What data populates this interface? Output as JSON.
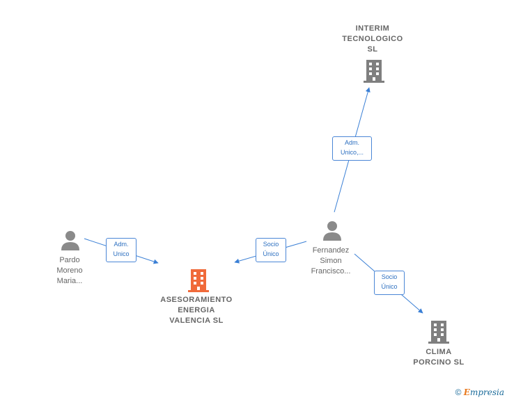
{
  "colors": {
    "edge": "#3a7fd5",
    "person_icon": "#8a8a8a",
    "company_icon": "#7f7f7f",
    "main_company_icon": "#f06a3a",
    "label": "#666666"
  },
  "nodes": {
    "interim": {
      "label": "INTERIM\nTECNOLOGICO\nSL",
      "icon": "building-icon"
    },
    "asesoramiento": {
      "label": "ASESORAMIENTO\nENERGIA\nVALENCIA  SL",
      "icon": "building-icon"
    },
    "clima": {
      "label": "CLIMA\nPORCINO  SL",
      "icon": "building-icon"
    },
    "pardo": {
      "label": "Pardo\nMoreno\nMaria...",
      "icon": "person-icon"
    },
    "fernandez": {
      "label": "Fernandez\nSimon\nFrancisco...",
      "icon": "person-icon"
    }
  },
  "edges": {
    "fernandez_interim": {
      "label": "Adm.\nUnico,..."
    },
    "pardo_asesoramiento": {
      "label": "Adm.\nUnico"
    },
    "fernandez_asesoramiento": {
      "label": "Socio\nÚnico"
    },
    "fernandez_clima": {
      "label": "Socio\nÚnico"
    }
  },
  "footer": {
    "copyright_symbol": "©",
    "brand_first": "E",
    "brand_rest": "mpresia"
  }
}
